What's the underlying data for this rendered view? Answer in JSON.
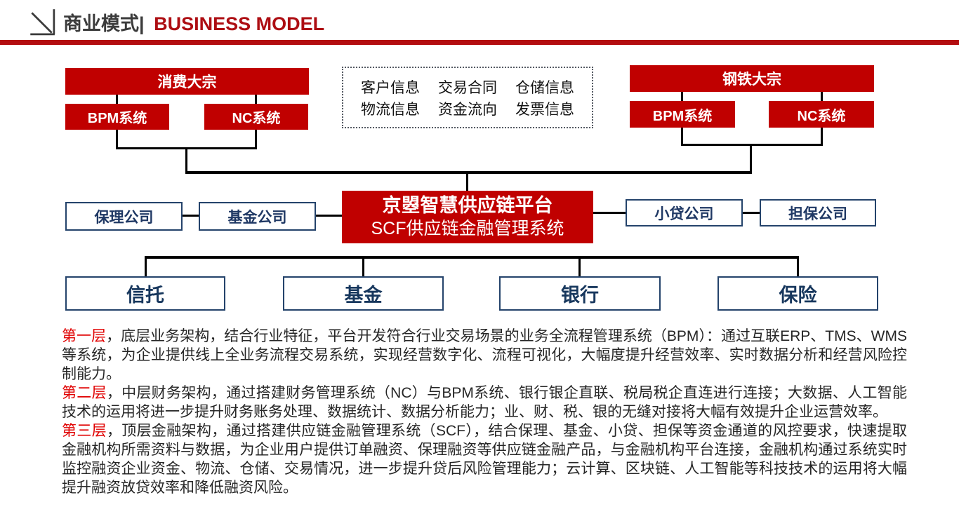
{
  "header": {
    "title_cn": "商业模式|",
    "title_en": "BUSINESS MODEL"
  },
  "colors": {
    "box_red": "#c00000",
    "divider_red": "#b30d10",
    "navy_border": "#24436b",
    "navy_text": "#1f3864",
    "layer_label_red": "#e00000",
    "connector_black": "#000000"
  },
  "diagram": {
    "top_left_group": {
      "title": "消费大宗",
      "children": [
        "BPM系统",
        "NC系统"
      ]
    },
    "info_box": {
      "items": [
        "客户信息",
        "交易合同",
        "仓储信息",
        "物流信息",
        "资金流向",
        "发票信息"
      ]
    },
    "top_right_group": {
      "title": "钢铁大宗",
      "children": [
        "BPM系统",
        "NC系统"
      ]
    },
    "platform": {
      "line1": "京曌智慧供应链平台",
      "line2": "SCF供应链金融管理系统"
    },
    "left_partners": [
      "保理公司",
      "基金公司"
    ],
    "right_partners": [
      "小贷公司",
      "担保公司"
    ],
    "bottom_institutions": [
      "信托",
      "基金",
      "银行",
      "保险"
    ]
  },
  "paragraphs": [
    {
      "label": "第一层",
      "body": "，底层业务架构，结合行业特征，平台开发符合行业交易场景的业务全流程管理系统（BPM）：通过互联ERP、TMS、WMS等系统，为企业提供线上全业务流程交易系统，实现经营数字化、流程可视化，大幅度提升经营效率、实时数据分析和经营风险控制能力。"
    },
    {
      "label": "第二层",
      "body": "，中层财务架构，通过搭建财务管理系统（NC）与BPM系统、银行银企直联、税局税企直连进行连接；大数据、人工智能技术的运用将进一步提升财务账务处理、数据统计、数据分析能力；业、财、税、银的无缝对接将大幅有效提升企业运营效率。"
    },
    {
      "label": "第三层",
      "body": "，顶层金融架构，通过搭建供应链金融管理系统（SCF），结合保理、基金、小贷、担保等资金通道的风控要求，快速提取金融机构所需资料与数据，为企业用户提供订单融资、保理融资等供应链金融产品，与金融机构平台连接，金融机构通过系统实时监控融资企业资金、物流、仓储、交易情况，进一步提升贷后风险管理能力；云计算、区块链、人工智能等科技技术的运用将大幅提升融资放贷效率和降低融资风险。"
    }
  ]
}
